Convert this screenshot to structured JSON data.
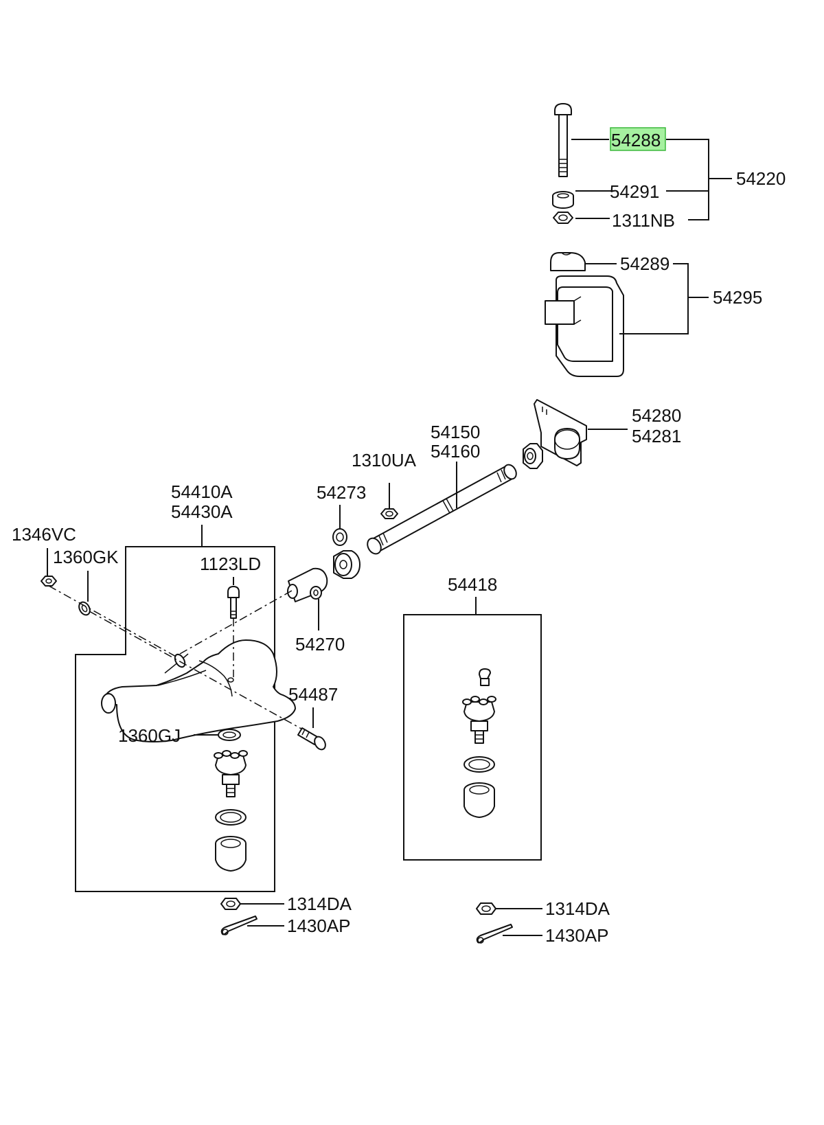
{
  "highlight_color": "#a6f0a0",
  "labels": {
    "p54288": "54288",
    "p54291": "54291",
    "p1311NB": "1311NB",
    "p54220": "54220",
    "p54289": "54289",
    "p54295": "54295",
    "p54280": "54280",
    "p54281": "54281",
    "p54150": "54150",
    "p54160": "54160",
    "p1310UA": "1310UA",
    "p54273": "54273",
    "p54410A": "54410A",
    "p54430A": "54430A",
    "p1346VC": "1346VC",
    "p1360GK": "1360GK",
    "p1123LD": "1123LD",
    "p54270": "54270",
    "p54487": "54487",
    "p1360GJ": "1360GJ",
    "p54418": "54418",
    "p1314DA_left": "1314DA",
    "p1430AP_left": "1430AP",
    "p1314DA_right": "1314DA",
    "p1430AP_right": "1430AP"
  }
}
